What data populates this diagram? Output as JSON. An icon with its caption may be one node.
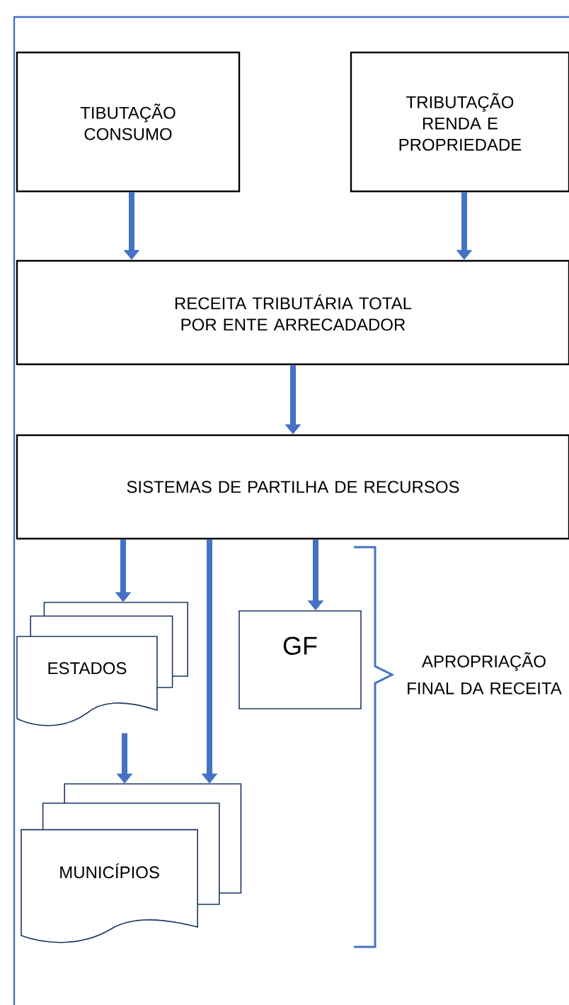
{
  "diagram": {
    "nodes": [
      {
        "text": [
          "TIBUTAÇÃO CONSUMO"
        ]
      },
      {
        "text": [
          "TRIBUTAÇÃO RENDA E PROPRIEDADE"
        ]
      },
      {
        "text": [
          "RECEITA TRIBUTÁRIA TOTAL POR ENTE ARRECADADOR"
        ]
      },
      {
        "text": [
          "SISTEMAS DE PARTILHA DE RECURSOS"
        ]
      },
      {
        "text": [
          "ESTADOS"
        ]
      },
      {
        "text": [
          "GF"
        ]
      },
      {
        "text": [
          "MUNICÍPIOS"
        ]
      }
    ],
    "edges": [
      {
        "from": 0,
        "to": 2,
        "arrow": "to"
      },
      {
        "from": 1,
        "to": 2,
        "arrow": "to"
      },
      {
        "from": 2,
        "to": 3,
        "arrow": "to"
      },
      {
        "from": 3,
        "to": 4,
        "arrow": "to"
      },
      {
        "from": 3,
        "to": 6,
        "arrow": "to"
      },
      {
        "from": 3,
        "to": 5,
        "arrow": "to"
      },
      {
        "from": 4,
        "to": 6,
        "arrow": "to"
      }
    ],
    "labels": [
      "APROPRIAÇÃO FINAL DA RECEITA"
    ]
  }
}
